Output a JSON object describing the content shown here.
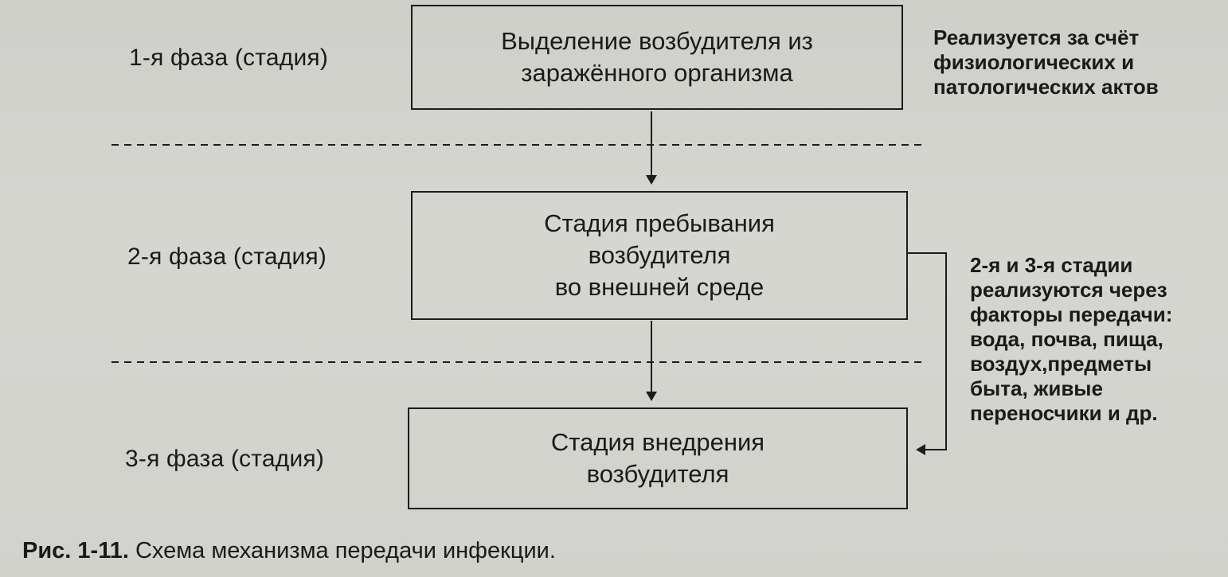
{
  "phases": [
    {
      "label": "1-я фаза (стадия)"
    },
    {
      "label": "2-я фаза (стадия)"
    },
    {
      "label": "3-я фаза (стадия)"
    }
  ],
  "boxes": [
    {
      "lines": [
        "Выделение возбудителя из",
        "заражённого организма"
      ]
    },
    {
      "lines": [
        "Стадия пребывания",
        "возбудителя",
        "во внешней среде"
      ]
    },
    {
      "lines": [
        "Стадия внедрения",
        "возбудителя"
      ]
    }
  ],
  "notes": {
    "phase1": [
      "Реализуется за счёт",
      "физиологических и",
      "патологических актов"
    ],
    "phase23": [
      "2-я и 3-я стадии",
      "реализуются через",
      "факторы передачи:",
      "вода, почва, пища,",
      "воздух,предметы",
      "быта, живые",
      "переносчики и др."
    ]
  },
  "caption": {
    "figure": "Рис. 1-11.",
    "text": "Схема механизма передачи инфекции."
  }
}
